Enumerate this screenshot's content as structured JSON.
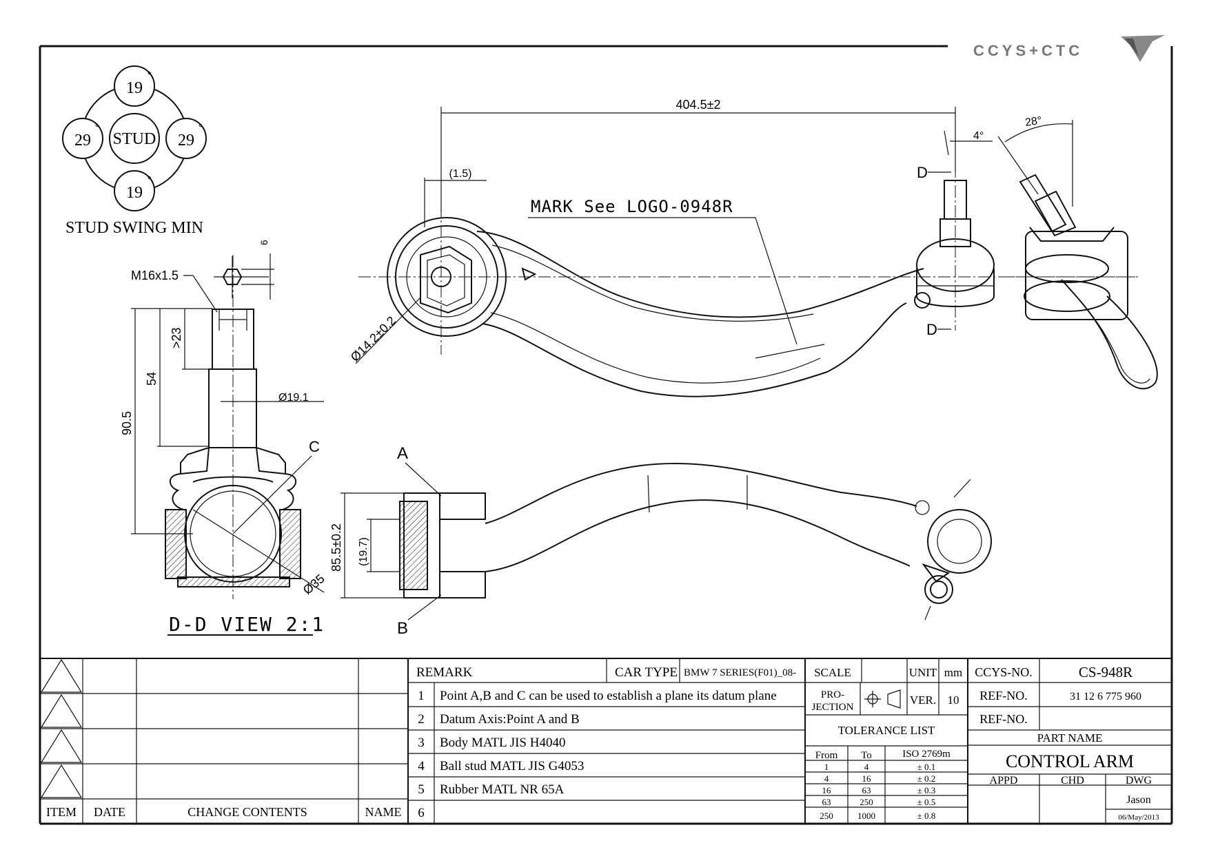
{
  "logo": {
    "text": "CCYS+CTC"
  },
  "swing": {
    "top": "19",
    "bottom": "19",
    "left": "29",
    "right": "29",
    "center": "STUD",
    "degree": "°",
    "caption": "STUD SWING MIN"
  },
  "section": {
    "thread": "M16x1.5",
    "hex_tol": "6",
    "dim_23": ">23",
    "dim_54": "54",
    "dim_90": "90.5",
    "dia_stud": "Ø19.1",
    "dia_ball": "Ø35",
    "point_c": "C",
    "caption": "D-D VIEW 2:1"
  },
  "top_view": {
    "length": "404.5±2",
    "offset": "(1.5)",
    "bore": "Ø14.2±0.2",
    "mark": "MARK See LOGO-0948R",
    "angle": "4°",
    "section_mark": "D"
  },
  "side_view": {
    "angle": "28°"
  },
  "front_view": {
    "point_a": "A",
    "point_b": "B",
    "height": "85.5±0.2",
    "inner": "(19.7)"
  },
  "revision_table": {
    "headers": {
      "item": "ITEM",
      "date": "DATE",
      "contents": "CHANGE CONTENTS",
      "name": "NAME"
    }
  },
  "remarks": {
    "title": "REMARK",
    "car_type_label": "CAR TYPE",
    "car_type": "BMW 7 SERIES(F01)_08-",
    "items": [
      {
        "n": "1",
        "text": "Point A,B and C can be used to establish a plane its datum plane"
      },
      {
        "n": "2",
        "text": "Datum Axis:Point A and B"
      },
      {
        "n": "3",
        "text": "Body MATL JIS H4040"
      },
      {
        "n": "4",
        "text": "Ball stud MATL JIS G4053"
      },
      {
        "n": "5",
        "text": "Rubber MATL NR 65A"
      },
      {
        "n": "6",
        "text": ""
      }
    ]
  },
  "specs": {
    "scale_label": "SCALE",
    "unit_label": "UNIT",
    "unit": "mm",
    "projection_label_1": "PRO-",
    "projection_label_2": "JECTION",
    "ver_label": "VER.",
    "ver": "10",
    "tolerance_title": "TOLERANCE LIST",
    "tol_from": "From",
    "tol_to": "To",
    "tol_std": "ISO 2769m",
    "tolerances": [
      {
        "from": "1",
        "to": "4",
        "tol": "± 0.1"
      },
      {
        "from": "4",
        "to": "16",
        "tol": "± 0.2"
      },
      {
        "from": "16",
        "to": "63",
        "tol": "± 0.3"
      },
      {
        "from": "63",
        "to": "250",
        "tol": "± 0.5"
      },
      {
        "from": "250",
        "to": "1000",
        "tol": "± 0.8"
      }
    ]
  },
  "title_block": {
    "ccys_label": "CCYS-NO.",
    "ccys_no": "CS-948R",
    "ref_label": "REF-NO.",
    "ref_no": "31 12 6 775 960",
    "ref2_label": "REF-NO.",
    "ref2_no": "",
    "part_name_label": "PART NAME",
    "part_name": "CONTROL ARM",
    "appd": "APPD",
    "chd": "CHD",
    "dwg": "DWG",
    "drawer": "Jason",
    "date": "06/May/2013"
  }
}
